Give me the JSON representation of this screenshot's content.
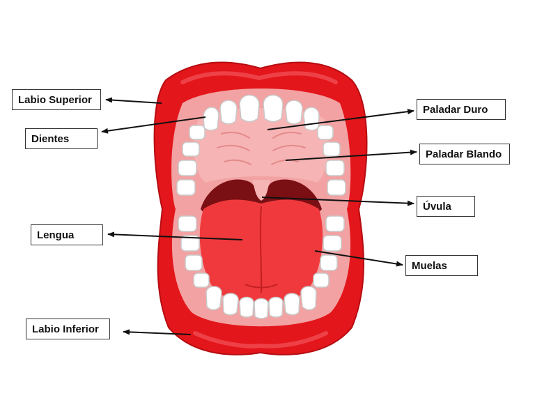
{
  "labels": {
    "labio_superior": "Labio Superior",
    "dientes": "Dientes",
    "lengua": "Lengua",
    "labio_inferior": "Labio Inferior",
    "paladar_duro": "Paladar Duro",
    "paladar_blando": "Paladar Blando",
    "uvula": "Úvula",
    "muelas": "Muelas"
  },
  "colors": {
    "lip": "#e3161b",
    "lip_dark": "#b50d12",
    "lip_highlight": "#f2545a",
    "mouth_inner": "#f2a2a2",
    "palate": "#f6b4b4",
    "throat": "#7a0f14",
    "tongue": "#f0393c",
    "tooth": "#ffffff",
    "tooth_outline": "#c9c9c9",
    "arrow": "#111111"
  }
}
